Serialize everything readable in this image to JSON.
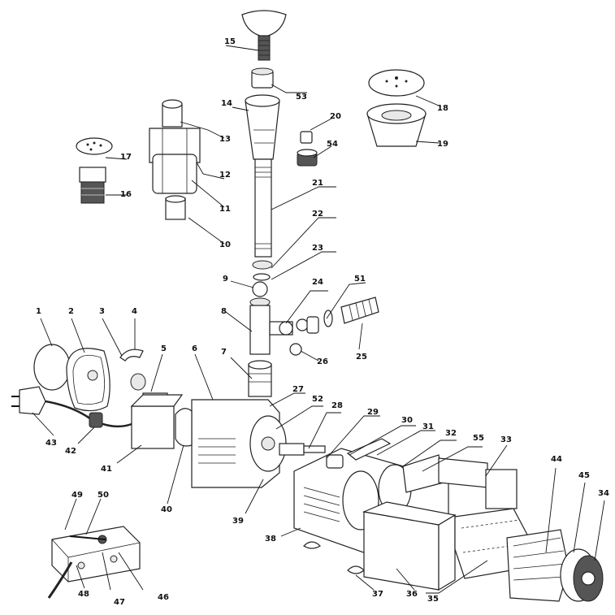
{
  "labels": {
    "l1": "1",
    "l2": "2",
    "l3": "3",
    "l4": "4",
    "l5": "5",
    "l6": "6",
    "l7": "7",
    "l8": "8",
    "l9": "9",
    "l10": "10",
    "l11": "11",
    "l12": "12",
    "l13": "13",
    "l14": "14",
    "l15": "15",
    "l16": "16",
    "l17": "17",
    "l18": "18",
    "l19": "19",
    "l20": "20",
    "l21": "21",
    "l22": "22",
    "l23": "23",
    "l24": "24",
    "l25": "25",
    "l26": "26",
    "l27": "27",
    "l28": "28",
    "l29": "29",
    "l30": "30",
    "l31": "31",
    "l32": "32",
    "l33": "33",
    "l34": "34",
    "l35": "35",
    "l36": "36",
    "l37": "37",
    "l38": "38",
    "l39": "39",
    "l40": "40",
    "l41": "41",
    "l42": "42",
    "l43": "43",
    "l44": "44",
    "l45": "45",
    "l46": "46",
    "l47": "47",
    "l48": "48",
    "l49": "49",
    "l50": "50",
    "l51": "51",
    "l52": "52",
    "l53": "53",
    "l54": "54",
    "l55": "55"
  }
}
